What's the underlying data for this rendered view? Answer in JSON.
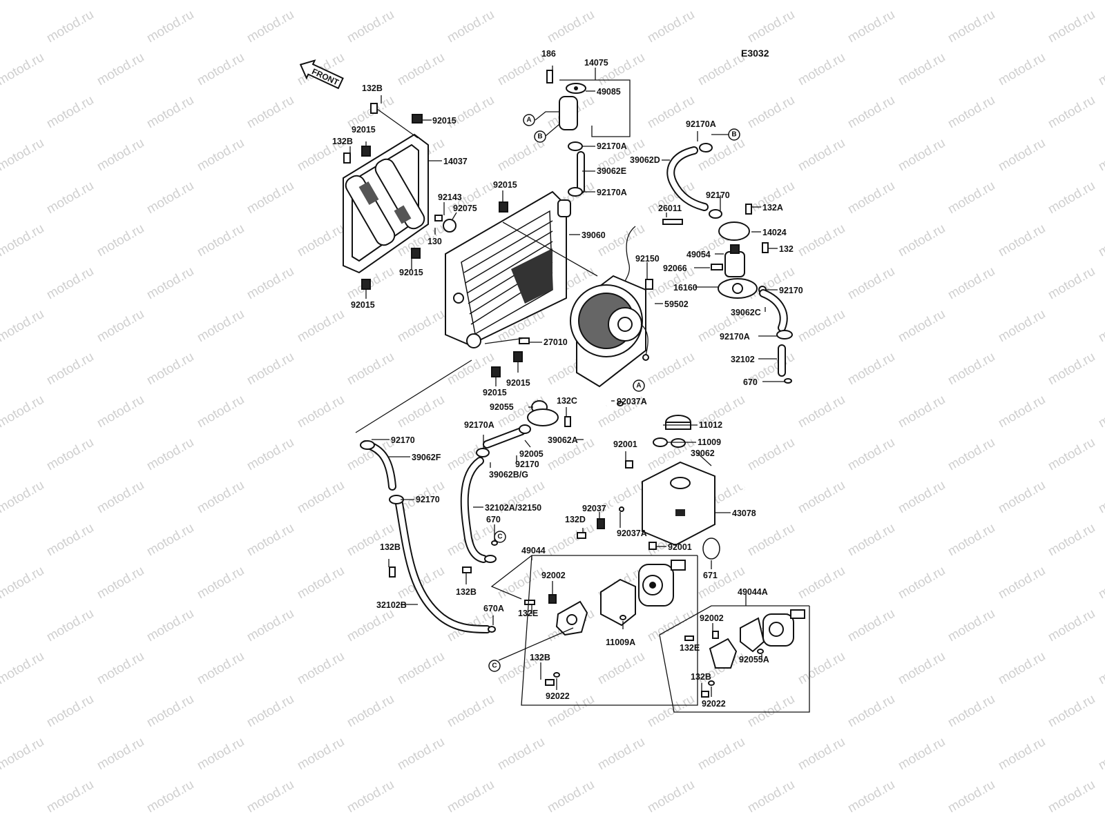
{
  "diagram_code": "E3032",
  "watermark": "motod.ru",
  "front_label": "FRONT",
  "ref_labels": {
    "a": "A",
    "b": "B",
    "c": "C"
  },
  "parts": {
    "p186": "186",
    "p14075": "14075",
    "p49085": "49085",
    "p132B_1": "132B",
    "p92015_1": "92015",
    "p92015_2": "92015",
    "p132B_2": "132B",
    "p14037": "14037",
    "p92170A_1": "92170A",
    "p39062E": "39062E",
    "p92170A_2": "92170A",
    "p92170A_3": "92170A",
    "p39062D": "39062D",
    "p92015_3": "92015",
    "p92143": "92143",
    "p92075": "92075",
    "p130": "130",
    "p39060": "39060",
    "p26011": "26011",
    "p92170_1": "92170",
    "p132A": "132A",
    "p14024": "14024",
    "p49054": "49054",
    "p132": "132",
    "p92015_4": "92015",
    "p92150": "92150",
    "p92066": "92066",
    "p16160": "16160",
    "p92170_2": "92170",
    "p92015_5": "92015",
    "p59502": "59502",
    "p39062C": "39062C",
    "p27010": "27010",
    "p92170A_4": "92170A",
    "p32102": "32102",
    "p92015_6": "92015",
    "p92015_7": "92015",
    "p670_1": "670",
    "p92055": "92055",
    "p132C": "132C",
    "p92037A_1": "92037A",
    "p92170A_5": "92170A",
    "p11012": "11012",
    "p92170_3": "92170",
    "p39062A": "39062A",
    "p11009": "11009",
    "p92005": "92005",
    "p92001_1": "92001",
    "p39062": "39062",
    "p39062F": "39062F",
    "p92170_4": "92170",
    "p39062BG": "39062B/G",
    "p92170_5": "92170",
    "p32102A": "32102A/32150",
    "p43078": "43078",
    "p92037": "92037",
    "p670_2": "670",
    "p132D": "132D",
    "p92037A_2": "92037A",
    "p92001_2": "92001",
    "p132B_3": "132B",
    "p49044": "49044",
    "p671": "671",
    "p132B_4": "132B",
    "p92002_1": "92002",
    "p670A": "670A",
    "p132E_1": "132E",
    "p32102B": "32102B",
    "p11009A": "11009A",
    "p49044A": "49044A",
    "p92002_2": "92002",
    "p132E_2": "132E",
    "p92055A": "92055A",
    "p132B_5": "132B",
    "p92022_1": "92022",
    "p132B_6": "132B",
    "p92022_2": "92022"
  }
}
